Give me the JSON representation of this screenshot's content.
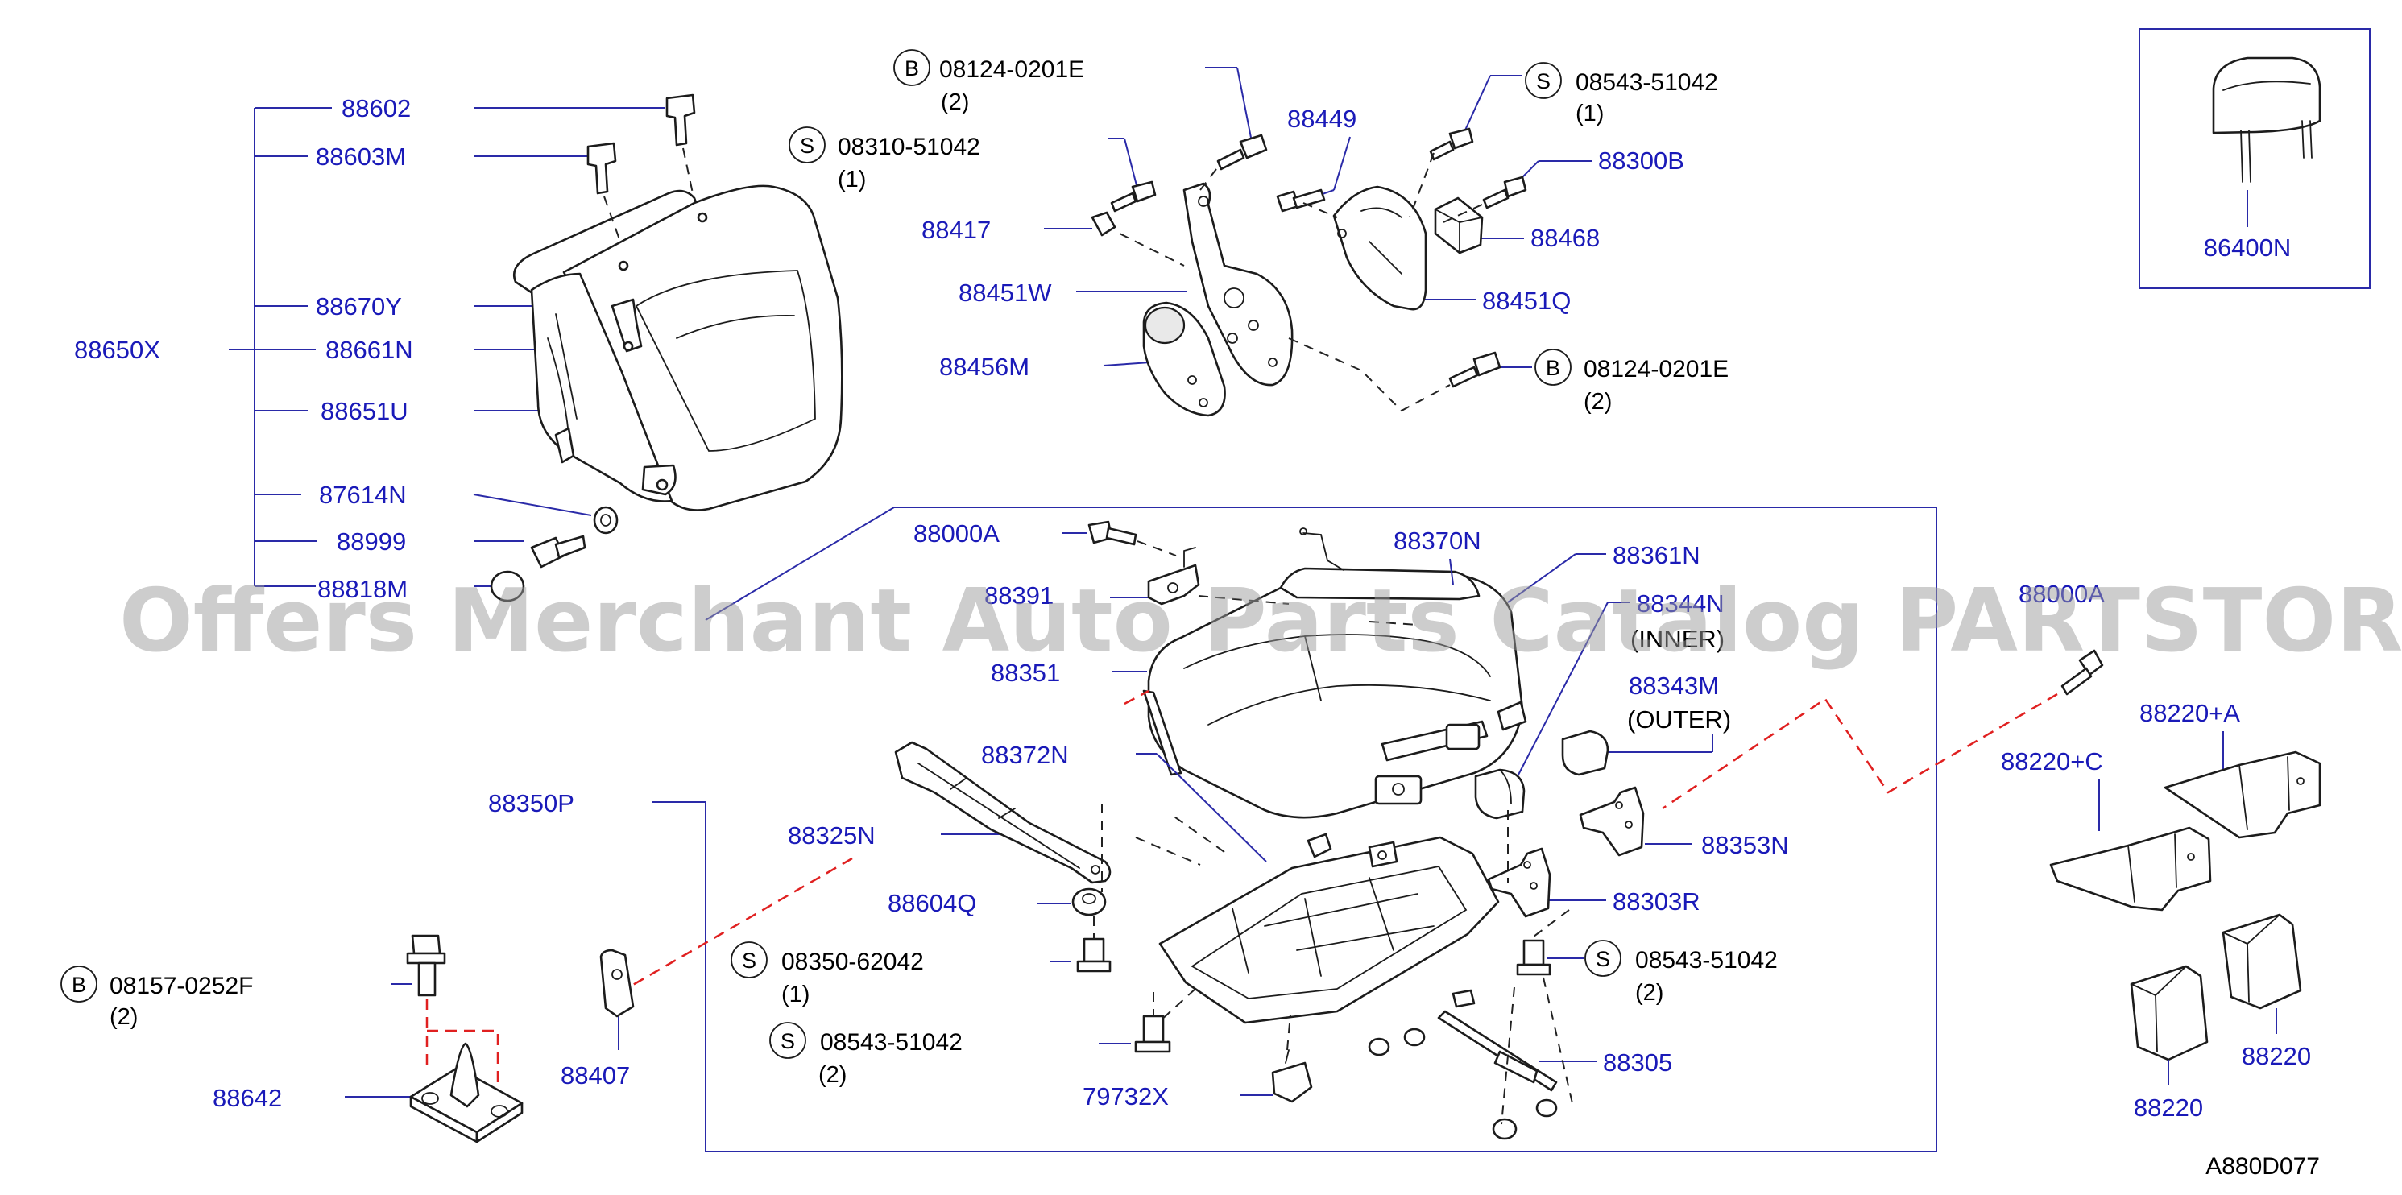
{
  "watermark": "Offers Merchant Auto Parts Catalog PARTSTORE.SA",
  "diagram_code": "A880D077",
  "labels": {
    "p88602": "88602",
    "p88603M": "88603M",
    "p88670Y": "88670Y",
    "p88650X": "88650X",
    "p88661N": "88661N",
    "p88651U": "88651U",
    "p87614N": "87614N",
    "p88999": "88999",
    "p88818M": "88818M",
    "p08124a": "08124-0201E",
    "p08310": "08310-51042",
    "p88417": "88417",
    "p88451W": "88451W",
    "p88456M": "88456M",
    "p88449": "88449",
    "p08543a": "08543-51042",
    "p88300B": "88300B",
    "p88468": "88468",
    "p88451Q": "88451Q",
    "p08124b": "08124-0201E",
    "p86400N": "86400N",
    "p88000A_1": "88000A",
    "p88391": "88391",
    "p88370N": "88370N",
    "p88361N": "88361N",
    "p88344N": "88344N",
    "p88351": "88351",
    "p88343M": "88343M",
    "p88000A_2": "88000A",
    "p88372N": "88372N",
    "p88350P": "88350P",
    "p88325N": "88325N",
    "p88604Q": "88604Q",
    "p08350": "08350-62042",
    "p08543b": "08543-51042",
    "p88407": "88407",
    "p79732X": "79732X",
    "p88353N": "88353N",
    "p88303R": "88303R",
    "p08543c": "08543-51042",
    "p88305": "88305",
    "p08157": "08157-0252F",
    "p88642": "88642",
    "p88220A": "88220+A",
    "p88220C": "88220+C",
    "p88220_1": "88220",
    "p88220_2": "88220"
  },
  "notes": {
    "inner": "(INNER)",
    "outer": "(OUTER)"
  },
  "quantities": {
    "q08124a": "(2)",
    "q08310": "(1)",
    "q08543a": "(1)",
    "q08124b": "(2)",
    "q08350": "(1)",
    "q08543b": "(2)",
    "q08543c": "(2)",
    "q08157": "(2)"
  },
  "fastener_types": {
    "bolt": "B",
    "screw": "S"
  },
  "colors": {
    "label_blue": "#1a1ab8",
    "leader_blue": "#2a2aa8",
    "red_guide": "#e02020"
  }
}
